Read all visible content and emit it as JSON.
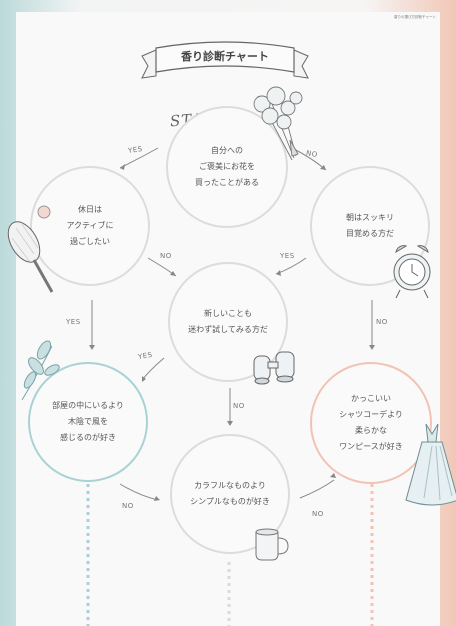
{
  "corner_note": "香りの選び方診断チャート",
  "title": "香り診断チャート",
  "start_label": "START",
  "nodes": {
    "q1": "自分への\nご褒美にお花を\n買ったことがある",
    "q2": "休日は\nアクティブに\n過ごしたい",
    "q3": "朝はスッキリ\n目覚める方だ",
    "q4": "新しいことも\n迷わず試してみる方だ",
    "r1": "部屋の中にいるより\n木陰で風を\n感じるのが好き",
    "r2": "カラフルなものより\nシンプルなものが好き",
    "r3": "かっこいい\nシャツコーデより\n柔らかな\nワンピースが好き"
  },
  "labels": {
    "yes": "YES",
    "no": "NO"
  },
  "icons": [
    "bouquet-icon",
    "tennis-racket-icon",
    "alarm-clock-icon",
    "binoculars-icon",
    "leaf-branch-icon",
    "mug-icon",
    "dress-icon"
  ],
  "colors": {
    "teal": "#a9d2d4",
    "peach": "#f1c3b3",
    "gray": "#dcdcdc"
  }
}
